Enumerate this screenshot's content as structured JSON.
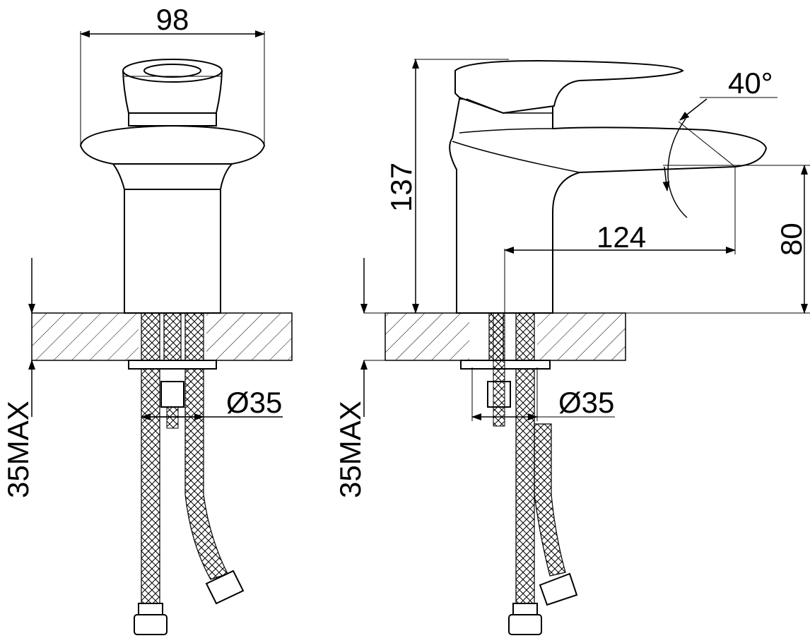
{
  "front_view": {
    "width_label": "98",
    "hole_label": "Ø35",
    "thickness_label": "35MAX"
  },
  "side_view": {
    "height_label": "137",
    "angle_label": "40°",
    "reach_label": "124",
    "spout_height_label": "80",
    "hole_label": "Ø35",
    "thickness_label": "35MAX"
  }
}
